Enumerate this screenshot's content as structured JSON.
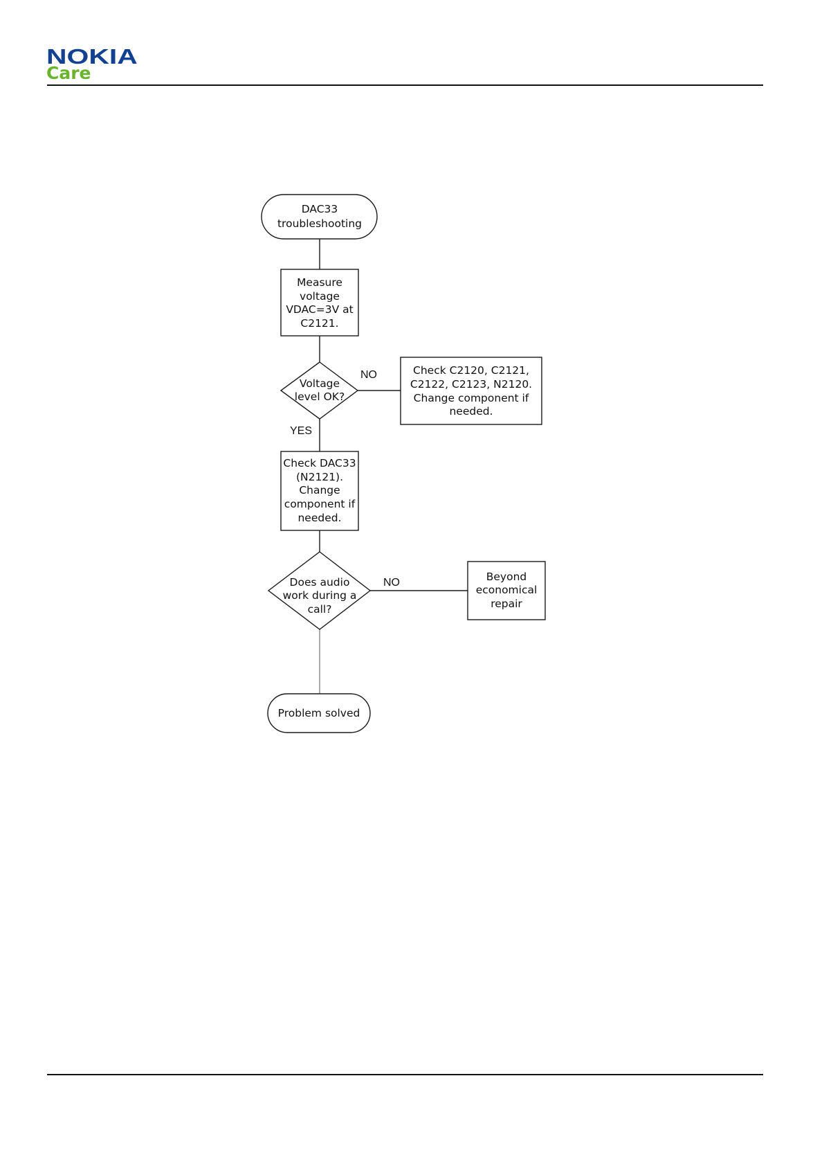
{
  "header": {
    "brand": "NOKIA",
    "sub_brand": "Care",
    "colors": {
      "brand": "#124191",
      "sub_brand": "#6ab42d"
    }
  },
  "flowchart": {
    "nodes": {
      "start": [
        "DAC33",
        "troubleshooting"
      ],
      "measure": [
        "Measure",
        "voltage",
        "VDAC=3V at",
        "C2121."
      ],
      "decision1": [
        "Voltage",
        "level OK?"
      ],
      "check_caps": [
        "Check C2120, C2121,",
        "C2122, C2123, N2120.",
        "Change component if",
        "needed."
      ],
      "check_dac": [
        "Check DAC33",
        "(N2121).",
        "Change",
        "component if",
        "needed."
      ],
      "decision2": [
        "Does audio",
        "work during a",
        "call?"
      ],
      "ber": [
        "Beyond",
        "economical",
        "repair"
      ],
      "end": [
        "Problem solved"
      ]
    },
    "edges": {
      "d1_no": "NO",
      "d1_yes": "YES",
      "d2_no": "NO"
    }
  }
}
